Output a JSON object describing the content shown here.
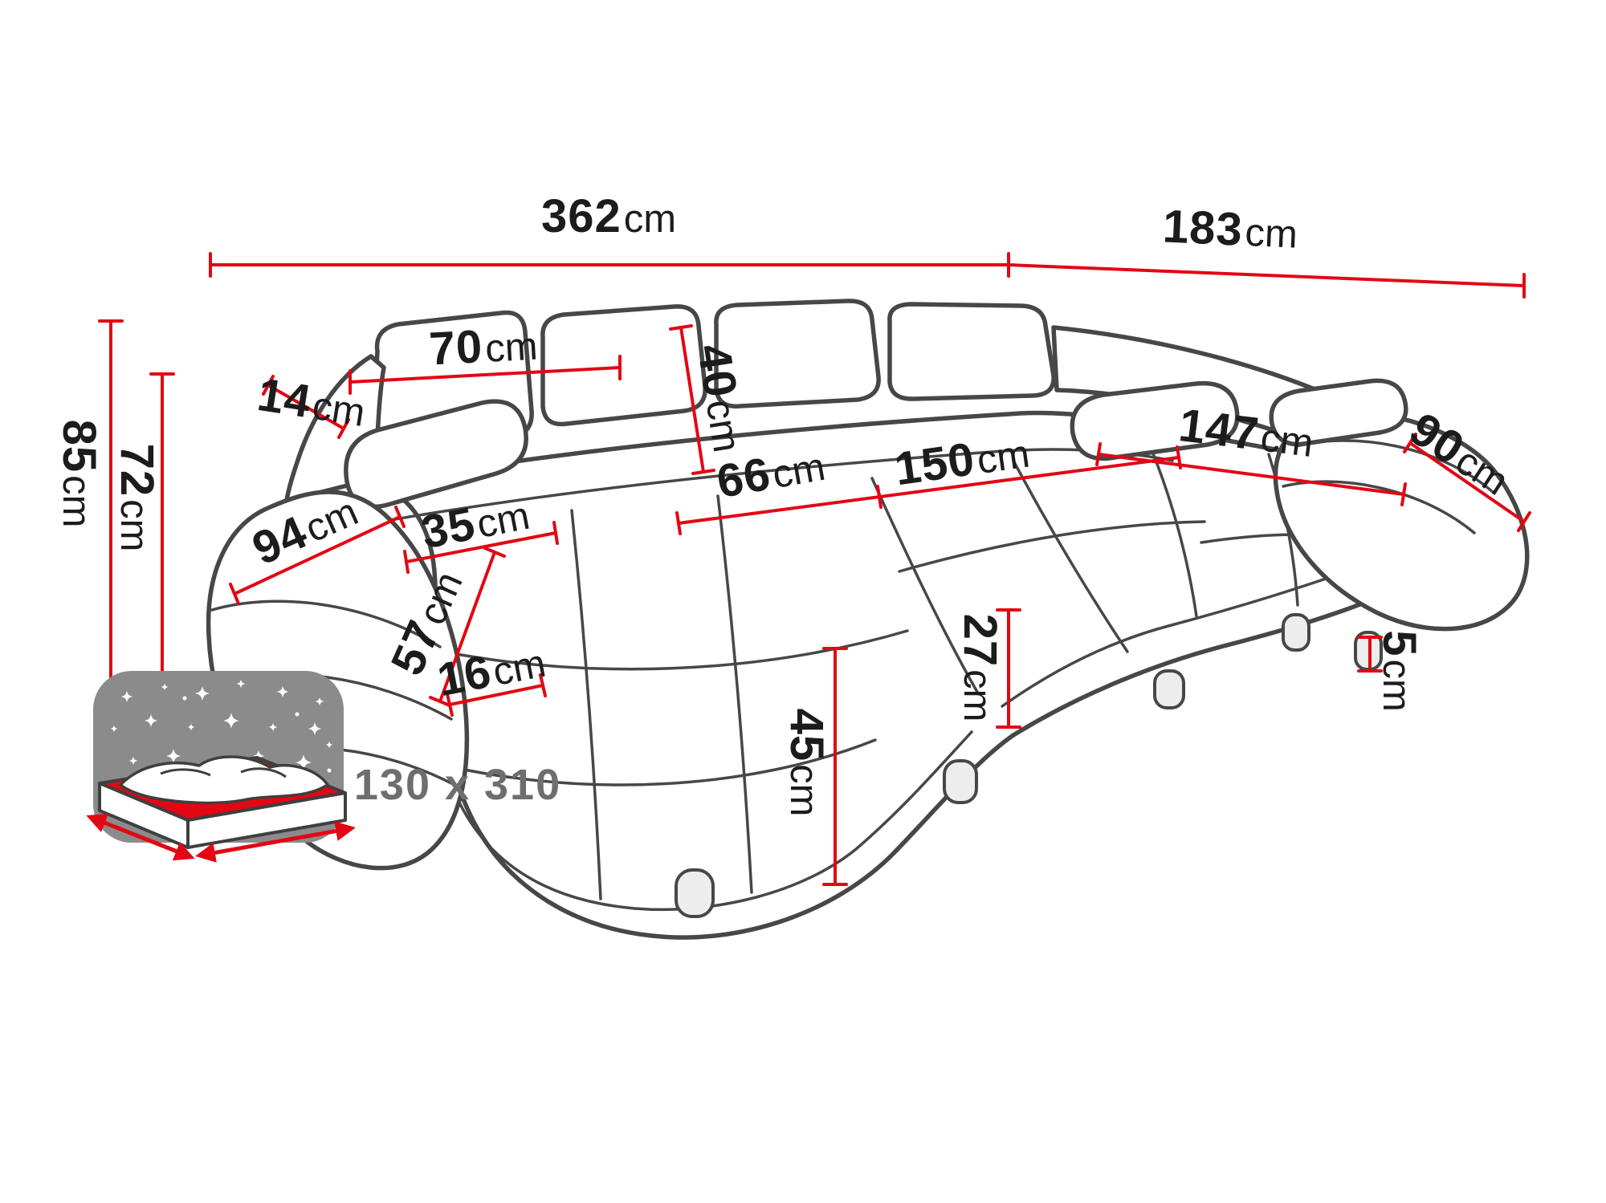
{
  "dims": {
    "d362": {
      "value": "362",
      "unit": "cm"
    },
    "d183": {
      "value": "183",
      "unit": "cm"
    },
    "d70": {
      "value": "70",
      "unit": "cm"
    },
    "d14": {
      "value": "14",
      "unit": "cm"
    },
    "d40": {
      "value": "40",
      "unit": "cm"
    },
    "d85": {
      "value": "85",
      "unit": "cm"
    },
    "d72": {
      "value": "72",
      "unit": "cm"
    },
    "d94": {
      "value": "94",
      "unit": "cm"
    },
    "d35": {
      "value": "35",
      "unit": "cm"
    },
    "d57": {
      "value": "57",
      "unit": "cm"
    },
    "d16": {
      "value": "16",
      "unit": "cm"
    },
    "d66": {
      "value": "66",
      "unit": "cm"
    },
    "d150": {
      "value": "150",
      "unit": "cm"
    },
    "d147": {
      "value": "147",
      "unit": "cm"
    },
    "d90": {
      "value": "90",
      "unit": "cm"
    },
    "d45": {
      "value": "45",
      "unit": "cm"
    },
    "d27": {
      "value": "27",
      "unit": "cm"
    },
    "d5": {
      "value": "5",
      "unit": "cm"
    }
  },
  "sleeping_area": {
    "size": "130 x 310"
  },
  "colors": {
    "dimension_red": "#e30613",
    "outline_gray": "#474747",
    "icon_gray": "#8b8b8b",
    "text_black": "#1c1c1c",
    "size_text_gray": "#6e6e6e"
  }
}
